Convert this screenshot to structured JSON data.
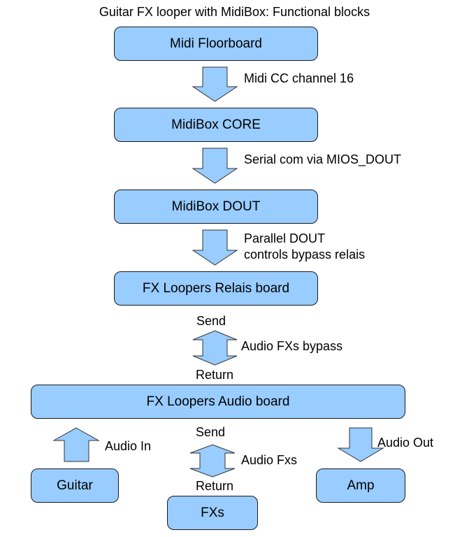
{
  "title": "Guitar FX looper with MidiBox: Functional blocks",
  "colors": {
    "block_fill": "#99ccff",
    "block_border": "#1a1a1a",
    "arrow_fill": "#99ccff"
  },
  "blocks": {
    "midi_floorboard": "Midi Floorboard",
    "midibox_core": "MidiBox CORE",
    "midibox_dout": "MidiBox DOUT",
    "relais_board": "FX Loopers Relais board",
    "audio_board": "FX Loopers Audio board",
    "guitar": "Guitar",
    "fxs": "FXs",
    "amp": "Amp"
  },
  "connections": {
    "floorboard_to_core": "Midi CC channel 16",
    "core_to_dout": "Serial com via MIOS_DOUT",
    "dout_to_relais": [
      "Parallel DOUT",
      "controls bypass relais"
    ],
    "relais_audio": {
      "label": "Audio FXs bypass",
      "top": "Send",
      "bottom": "Return"
    },
    "guitar_to_audio": "Audio In",
    "audio_fxs": {
      "label": "Audio Fxs",
      "top": "Send",
      "bottom": "Return"
    },
    "audio_to_amp": "Audio Out"
  }
}
